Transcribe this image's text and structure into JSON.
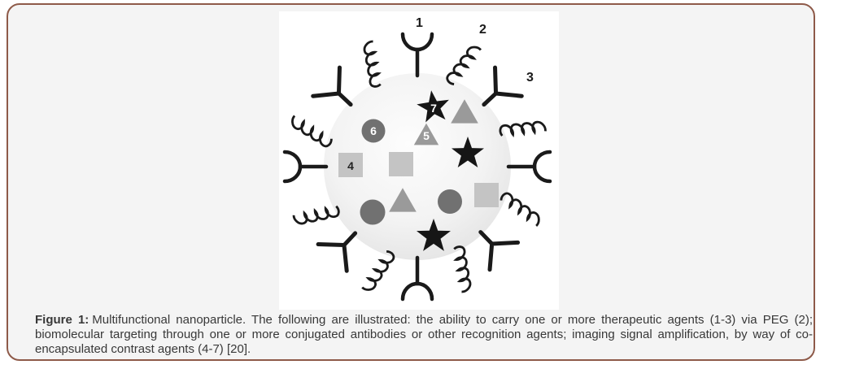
{
  "caption": {
    "prefix": "Figure 1:",
    "text": "Multifunctional nanoparticle. The following are illustrated: the ability to carry one or more therapeutic agents (1-3) via PEG (2); biomolecular targeting through one or more conjugated antibodies or other recognition agents; imaging signal amplification, by way of co-encapsulated contrast agents (4-7) [20]."
  },
  "diagram": {
    "appendage_labels": {
      "receptor": "1",
      "peg": "2",
      "antibody": "3"
    },
    "agent_labels": {
      "square": "4",
      "triangle": "5",
      "circle": "6",
      "star": "7"
    },
    "icon_legend": {
      "cup": "receptor-cup-icon",
      "spiral": "peg-spiral-icon",
      "y": "antibody-y-icon"
    }
  },
  "colors": {
    "panel_border": "#8e5a49",
    "panel_bg": "#f4f4f4",
    "figure_box_bg": "#ffffff",
    "ink": "#1a1a1a",
    "sphere_center": "#fdfdfd",
    "sphere_edge": "#dfdfdf",
    "squares": "#c4c4c4",
    "triangles": "#9a9a9a",
    "circles": "#717171",
    "stars": "#161616",
    "caption_text": "#383838"
  }
}
